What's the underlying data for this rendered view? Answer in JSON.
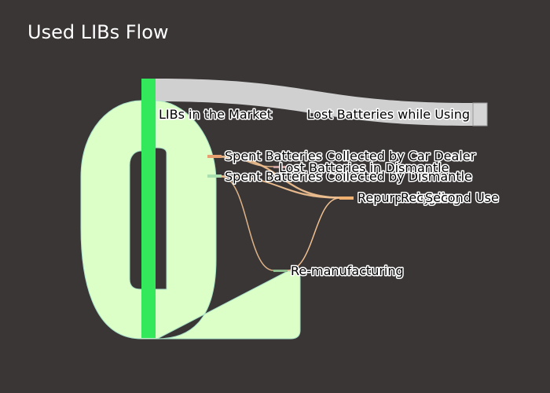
{
  "chart_data": {
    "type": "sankey",
    "title": "Used LIBs Flow",
    "nodes": [
      {
        "id": "market",
        "label": "LIBs in the Market",
        "color": "#33e85a"
      },
      {
        "id": "lost_use",
        "label": "Lost Batteries while Using",
        "color": "#d6d6d6"
      },
      {
        "id": "dealer",
        "label": "Spent Batteries Collected by Car Dealer",
        "color": "#e8a070"
      },
      {
        "id": "dismantle",
        "label": "Spent Batteries Collected by Dismantle",
        "color": "#a9e0b0"
      },
      {
        "id": "lost_dismantle",
        "label": "Lost Batteries in Dismantle",
        "color": "#c8a0a0"
      },
      {
        "id": "repurposing",
        "label": "Repurposing",
        "color": "#f0b070"
      },
      {
        "id": "recycling",
        "label": "Recycling",
        "color": "#f0b070"
      },
      {
        "id": "reuse",
        "label": "Second Use",
        "color": "#c87070"
      },
      {
        "id": "remanufacturing",
        "label": "Re-manufacturing",
        "color": "#8fbf8f"
      }
    ],
    "links": [
      {
        "source": "market",
        "target": "lost_use",
        "value": 25,
        "color": "#d9d9d9"
      },
      {
        "source": "market",
        "target": "dealer",
        "value": 1,
        "color": "#b8f0d8"
      },
      {
        "source": "market",
        "target": "dismantle",
        "value": 1,
        "color": "#b8f0d8"
      },
      {
        "source": "dealer",
        "target": "lost_dismantle",
        "value": 0.3,
        "color": "#f0c090"
      },
      {
        "source": "dealer",
        "target": "repurposing",
        "value": 0.3,
        "color": "#f0c090"
      },
      {
        "source": "dealer",
        "target": "recycling",
        "value": 0.3,
        "color": "#f0c090"
      },
      {
        "source": "dismantle",
        "target": "repurposing",
        "value": 0.3,
        "color": "#f0c090"
      },
      {
        "source": "dismantle",
        "target": "recycling",
        "value": 0.3,
        "color": "#f0c090"
      },
      {
        "source": "dismantle",
        "target": "remanufacturing",
        "value": 0.3,
        "color": "#f0c090"
      },
      {
        "source": "remanufacturing",
        "target": "market",
        "value": 100,
        "color": "#dcffc8"
      }
    ]
  }
}
